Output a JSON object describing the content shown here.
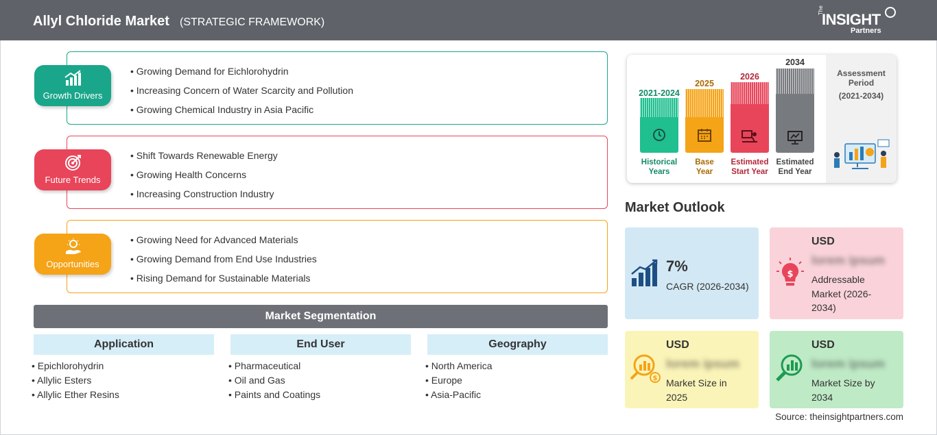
{
  "header": {
    "title": "Allyl Chloride Market",
    "subtitle": "(STRATEGIC FRAMEWORK)",
    "logo": {
      "the": "The",
      "main": "INSIGHT",
      "sub": "Partners"
    }
  },
  "framework": [
    {
      "label": "Growth Drivers",
      "color": "#1aa68a",
      "icon": "growth-chart-icon",
      "items": [
        "Growing Demand for Eichlorohydrin",
        "Increasing Concern of Water Scarcity and Pollution",
        "Growing Chemical Industry in Asia Pacific"
      ]
    },
    {
      "label": "Future Trends",
      "color": "#e8455a",
      "icon": "target-icon",
      "items": [
        "Shift Towards Renewable Energy",
        "Growing Health Concerns",
        "Increasing Construction Industry"
      ]
    },
    {
      "label": "Opportunities",
      "color": "#f5a317",
      "icon": "lightbulb-hand-icon",
      "items": [
        "Growing Need for Advanced Materials",
        "Growing Demand from End Use Industries",
        "Rising Demand for Sustainable Materials"
      ]
    }
  ],
  "segmentation": {
    "title": "Market Segmentation",
    "columns": [
      {
        "header": "Application",
        "items": [
          "Epichlorohydrin",
          "Allylic Esters",
          "Allylic Ether Resins"
        ]
      },
      {
        "header": "End User",
        "items": [
          "Pharmaceutical",
          "Oil and Gas",
          "Paints and Coatings"
        ]
      },
      {
        "header": "Geography",
        "items": [
          "North America",
          "Europe",
          "Asia-Pacific"
        ]
      }
    ]
  },
  "timeline": {
    "periods": [
      {
        "year": "2021-2024",
        "label1": "Historical",
        "label2": "Years",
        "color": "#1fbf8f",
        "text_color": "#138a67",
        "icon": "history-icon"
      },
      {
        "year": "2025",
        "label1": "Base",
        "label2": "Year",
        "color": "#f5a317",
        "text_color": "#a86a00",
        "icon": "calendar-icon"
      },
      {
        "year": "2026",
        "label1": "Estimated",
        "label2": "Start Year",
        "color": "#e8455a",
        "text_color": "#b3273a",
        "icon": "presentation-icon"
      },
      {
        "year": "2034",
        "label1": "Estimated",
        "label2": "End Year",
        "color": "#777a7e",
        "text_color": "#444",
        "icon": "monitor-chart-icon"
      }
    ],
    "assessment_title": "Assessment Period",
    "assessment_range": "(2021-2034)"
  },
  "outlook": {
    "title": "Market Outlook",
    "cagr": {
      "value": "7%",
      "label": "CAGR (2026-2034)",
      "color": "#d3e8f5",
      "icon": "growth-bars-icon"
    },
    "addressable": {
      "currency": "USD",
      "value": "lorem ipsum",
      "label": "Addressable Market (2026-2034)",
      "color": "#f9d3d9",
      "icon": "lightbulb-dollar-icon"
    },
    "size_2025": {
      "currency": "USD",
      "value": "lorem ipsum",
      "label": "Market Size in 2025",
      "color": "#fbf4b8",
      "icon": "magnifier-dollar-icon"
    },
    "size_2034": {
      "currency": "USD",
      "value": "lorem ipsum",
      "label": "Market Size by 2034",
      "color": "#bfeac6",
      "icon": "magnifier-chart-icon"
    }
  },
  "source": "Source: theinsightpartners.com"
}
